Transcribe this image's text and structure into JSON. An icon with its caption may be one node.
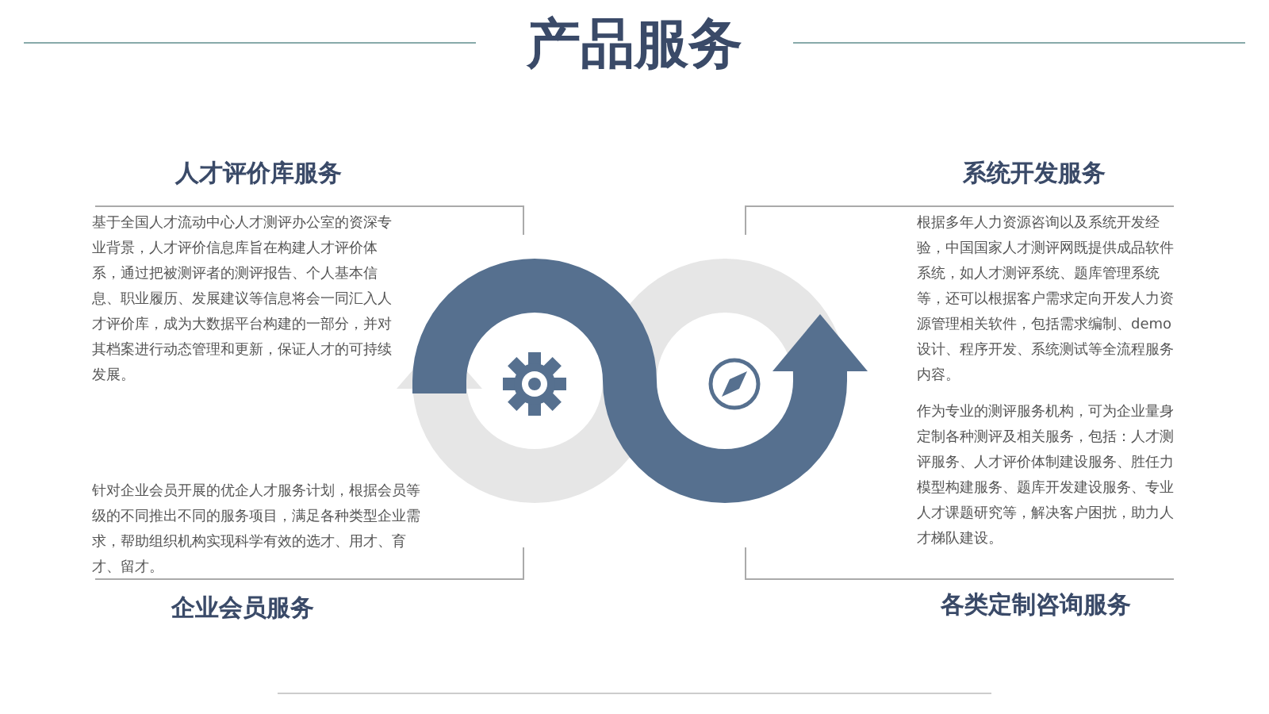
{
  "diagram": {
    "title": "产品服务",
    "nodes": [
      {
        "text": [
          "人才评价库服务",
          "基于全国人才流动中心人才测评办公室的资深专业背景，人才评价信息库旨在构建人才评价体系，通过把被测评者的测评报告、个人基本信息、职业履历、发展建议等信息将会一同汇入人才评价库，成为大数据平台构建的一部分，并对其档案进行动态管理和更新，保证人才的可持续发展。"
        ]
      },
      {
        "text": [
          "系统开发服务",
          "根据多年人力资源咨询以及系统开发经验，中国国家人才测评网既提供成品软件系统，如人才测评系统、题库管理系统等，还可以根据客户需求定向开发人力资源管理相关软件，包括需求编制、demo设计、程序开发、系统测试等全流程服务内容。"
        ]
      },
      {
        "text": [
          "针对企业会员开展的优企人才服务计划，根据会员等级的不同推出不同的服务项目，满足各种类型企业需求，帮助组织机构实现科学有效的选才、用才、育才、留才。",
          "企业会员服务"
        ]
      },
      {
        "text": [
          "作为专业的测评服务机构，可为企业量身定制各种测评及相关服务，包括：人才测评服务、人才评价体制建设服务、胜任力模型构建服务、题库开发建设服务、专业人才课题研究等，解决客户困扰，助力人才梯队建设。",
          "各类定制咨询服务"
        ]
      }
    ],
    "edges": []
  }
}
